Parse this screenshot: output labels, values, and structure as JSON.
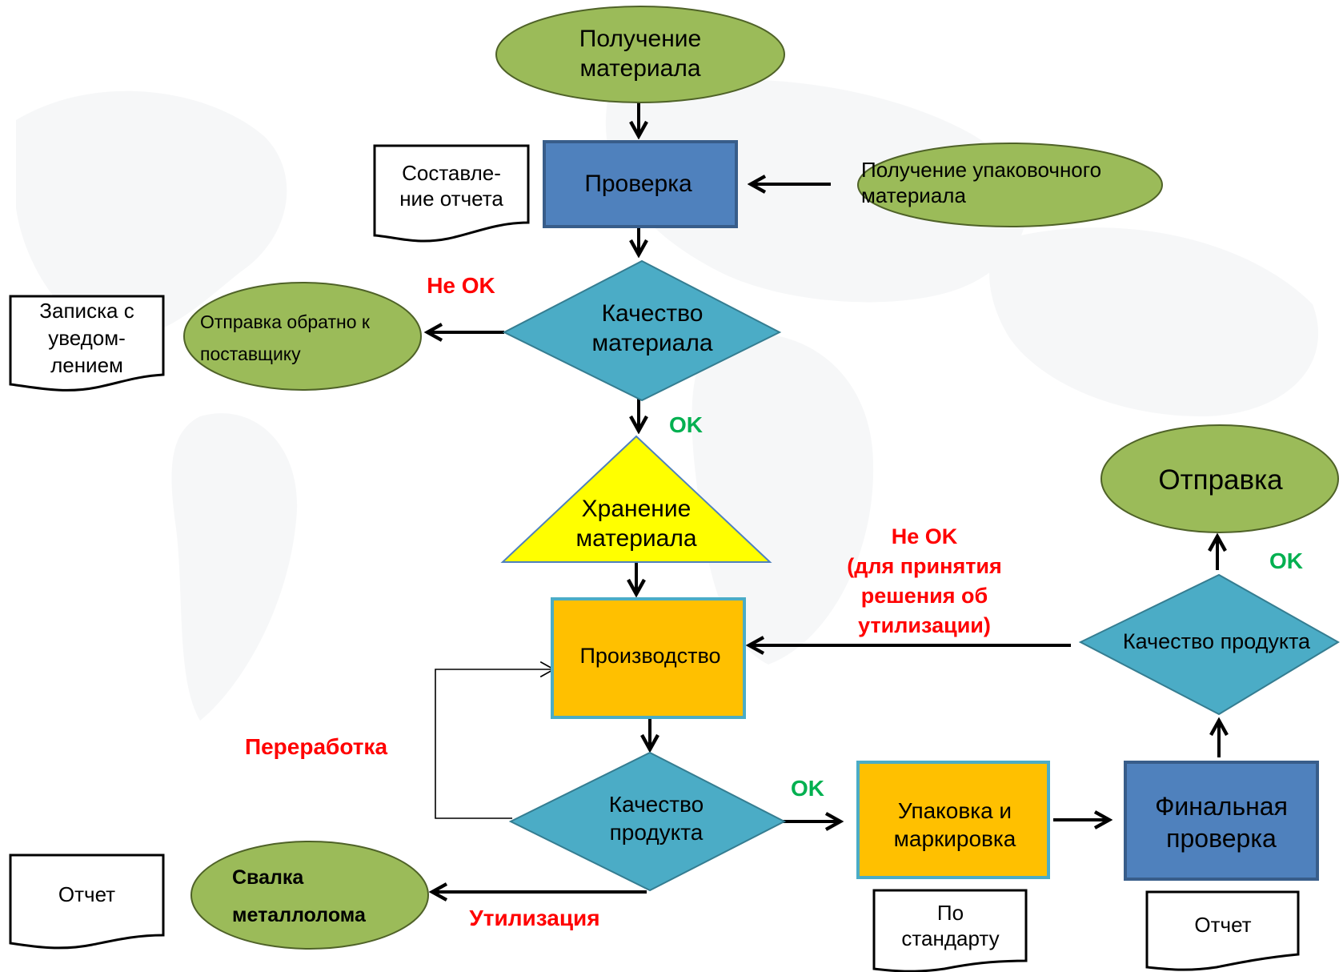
{
  "colors": {
    "ellipse_fill": "#9bbb59",
    "ellipse_stroke": "#4f6228",
    "blue_box_fill": "#4f81bd",
    "blue_box_stroke": "#385d8a",
    "diamond_fill": "#4bacc6",
    "diamond_stroke": "#357d91",
    "triangle_fill": "#ffff00",
    "triangle_stroke": "#4f81bd",
    "orange_box_fill": "#ffc000",
    "orange_box_stroke": "#4bacc6",
    "label_red": "#ff0000",
    "label_green": "#00b050"
  },
  "nodes": {
    "receive_material": "Получение\nматериала",
    "inspection": "Проверка",
    "report_doc": "Составле-\nние отчета",
    "receive_packaging": "Получение упаковочного\nматериала",
    "material_quality": "Качество\nматериала",
    "return_supplier": "Отправка обратно к\nпоставщику",
    "notice_doc": "Записка с\nуведом-\nлением",
    "storage": "Хранение\nматериала",
    "production": "Производство",
    "product_quality": "Качество\nпродукта",
    "packaging": "Упаковка и\nмаркировка",
    "standard_doc": "По\nстандарту",
    "final_inspection": "Финальная\nпроверка",
    "final_report_doc": "Отчет",
    "final_quality": "Качество продукта",
    "shipping": "Отправка",
    "scrap": "Свалка\nметаллолома",
    "scrap_report_doc": "Отчет"
  },
  "edge_labels": {
    "not_ok_material": "Не OK",
    "ok_material": "OK",
    "not_ok_final": "Не OK\n(для принятия\nрешения об\nутилизации)",
    "ok_final": "OK",
    "rework": "Переработка",
    "ok_product": "OK",
    "disposal": "Утилизация"
  }
}
